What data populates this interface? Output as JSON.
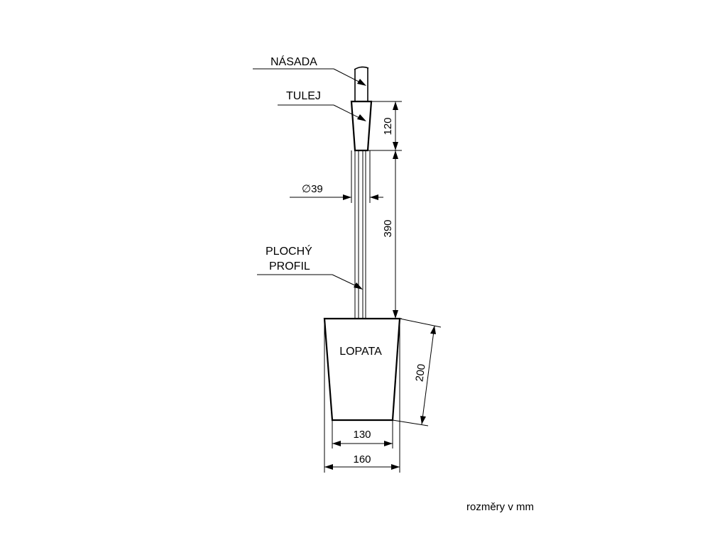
{
  "labels": {
    "nasada": "NÁSADA",
    "tulej": "TULEJ",
    "plochy_line1": "PLOCHÝ",
    "plochy_line2": "PROFIL",
    "lopata": "LOPATA"
  },
  "dimensions": {
    "sleeve_height": "120",
    "diameter": "∅39",
    "flat_profile_length": "390",
    "blade_height": "200",
    "blade_bottom_width": "130",
    "blade_top_width": "160"
  },
  "note": "rozměry v mm"
}
